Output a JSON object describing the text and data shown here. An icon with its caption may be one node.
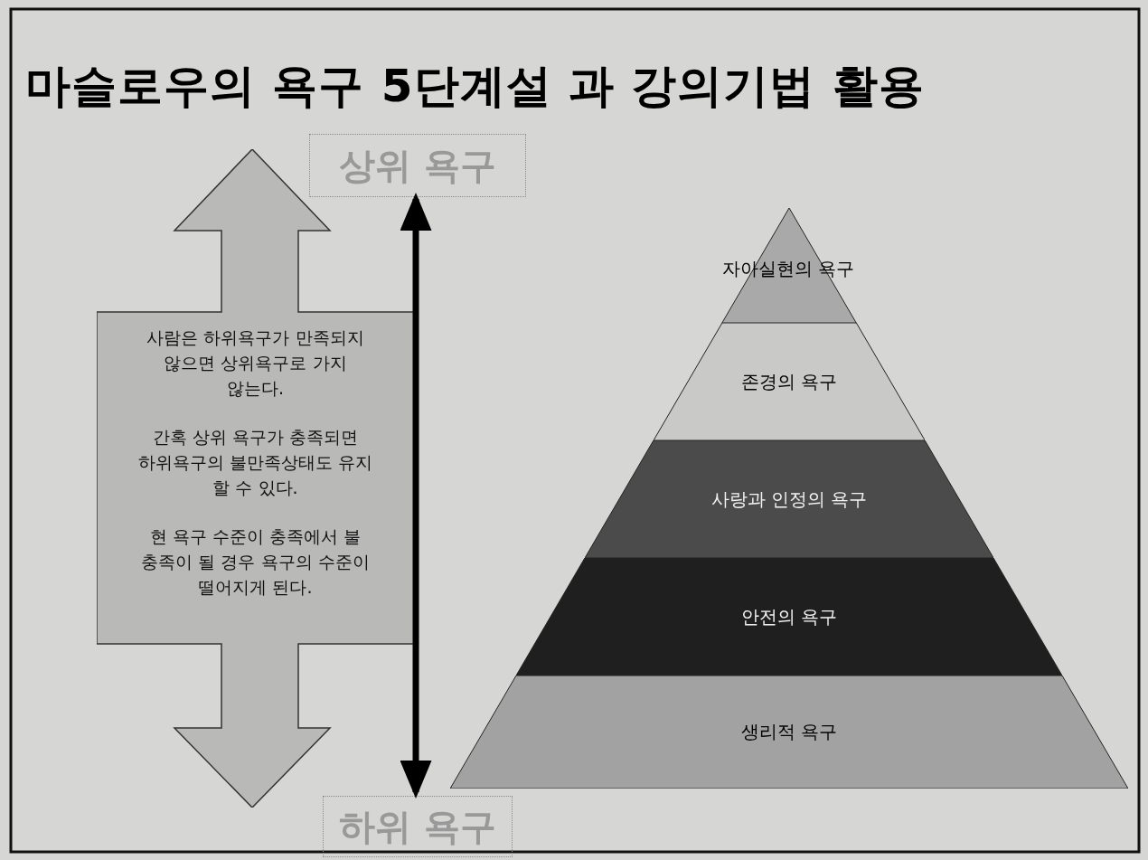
{
  "diagram": {
    "title": "마슬로우의 욕구 5단계설 과 강의기법 활용",
    "nodes": [
      {
        "text": [
          "상위 욕구"
        ]
      },
      {
        "text": [
          "사람은 하위욕구가 만족되지 않으면 상위욕구로 가지 않는다.",
          "간혹 상위 욕구가 충족되면 하위욕구의 불만족상태도 유지 할 수 있다.",
          "현 욕구 수준이 충족에서 불 충족이 될 경우 욕구의 수준이 떨어지게 된다."
        ]
      },
      {
        "text": [
          "하위 욕구"
        ]
      },
      {
        "text": [
          "자아실현의 욕구"
        ]
      },
      {
        "text": [
          "존경의 욕구"
        ]
      },
      {
        "text": [
          "사랑과 인정의 욕구"
        ]
      },
      {
        "text": [
          "안전의 욕구"
        ]
      },
      {
        "text": [
          "생리적 욕구"
        ]
      }
    ],
    "edges": [
      {
        "from": 0,
        "to": 2,
        "arrow": "both"
      }
    ]
  }
}
